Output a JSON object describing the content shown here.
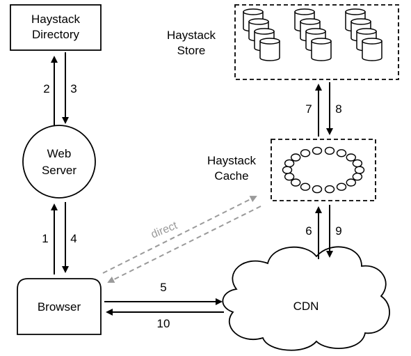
{
  "nodes": {
    "directory": {
      "line1": "Haystack",
      "line2": "Directory"
    },
    "web_server": {
      "line1": "Web",
      "line2": "Server"
    },
    "browser": {
      "label": "Browser"
    },
    "store": {
      "line1": "Haystack",
      "line2": "Store"
    },
    "cache": {
      "line1": "Haystack",
      "line2": "Cache"
    },
    "cdn": {
      "label": "CDN"
    }
  },
  "edges": {
    "e1": "1",
    "e2": "2",
    "e3": "3",
    "e4": "4",
    "e5": "5",
    "e6": "6",
    "e7": "7",
    "e8": "8",
    "e9": "9",
    "e10": "10",
    "direct": "direct"
  },
  "colors": {
    "stroke": "#000000",
    "direct": "#9a9a9a",
    "fill": "#ffffff"
  }
}
